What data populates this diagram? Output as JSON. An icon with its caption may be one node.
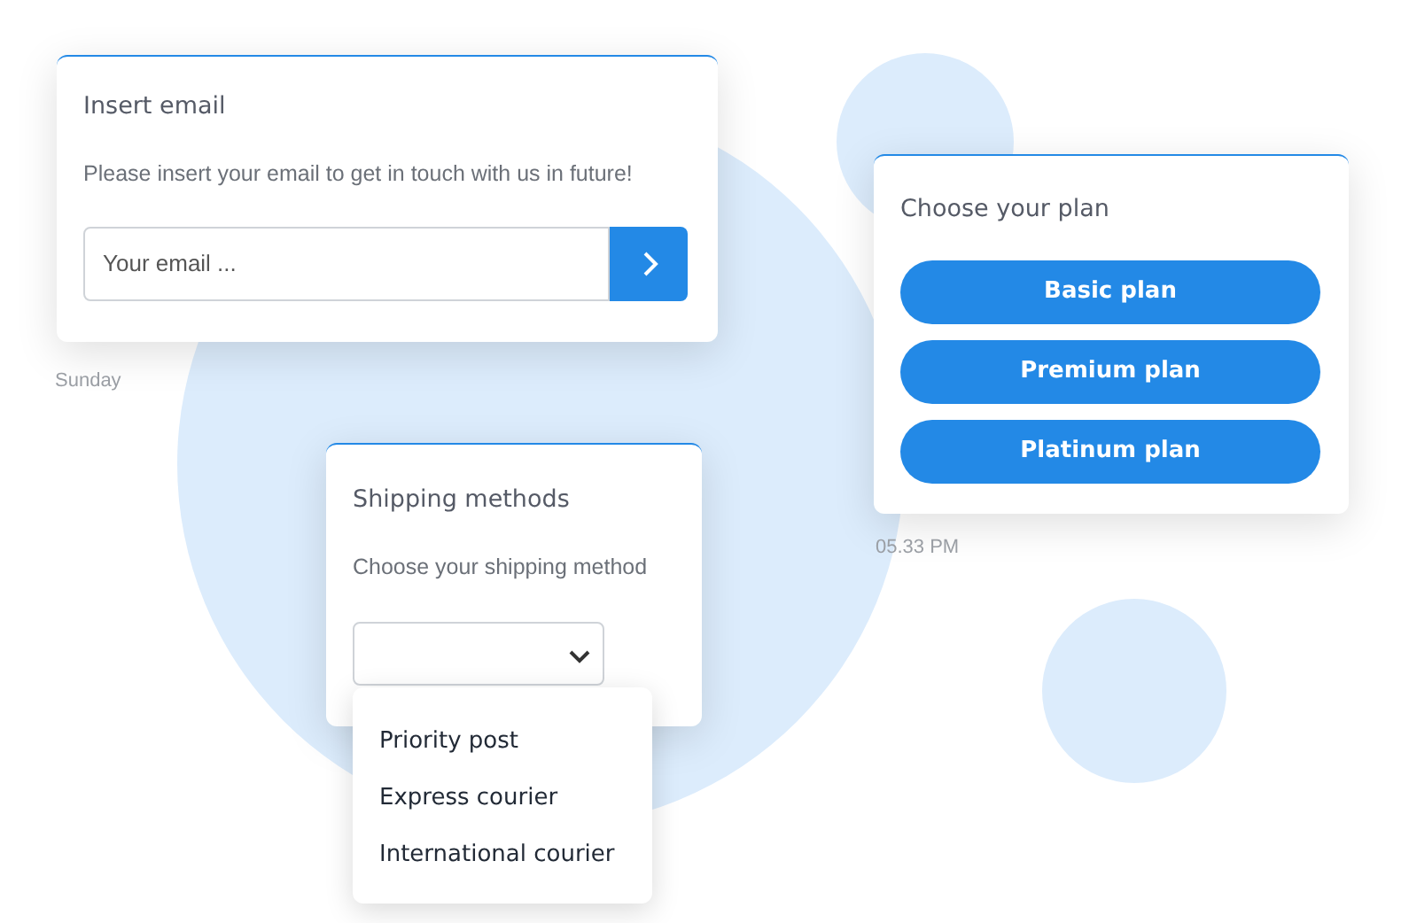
{
  "diagram": {
    "nodes": [
      {
        "text": [
          "Insert email",
          "Please insert your email to get in touch with us in future!"
        ]
      },
      {
        "text": [
          "Your email ..."
        ],
        "in": 0
      },
      {
        "text": [],
        "shape": "box",
        "in": 0
      },
      {
        "text": [
          "Choose your plan"
        ]
      },
      {
        "text": [
          "Basic plan"
        ],
        "in": 3
      },
      {
        "text": [
          "Premium plan"
        ],
        "in": 3
      },
      {
        "text": [
          "Platinum plan"
        ],
        "in": 3
      },
      {
        "text": [
          "Shipping methods",
          "Choose your shipping method"
        ]
      },
      {
        "text": [],
        "shape": "box",
        "in": 7
      },
      {
        "text": [
          "Priority post",
          "Express courier",
          "International courier"
        ]
      }
    ],
    "edges": [],
    "labels": [
      "Sunday",
      "05.33 PM"
    ]
  }
}
